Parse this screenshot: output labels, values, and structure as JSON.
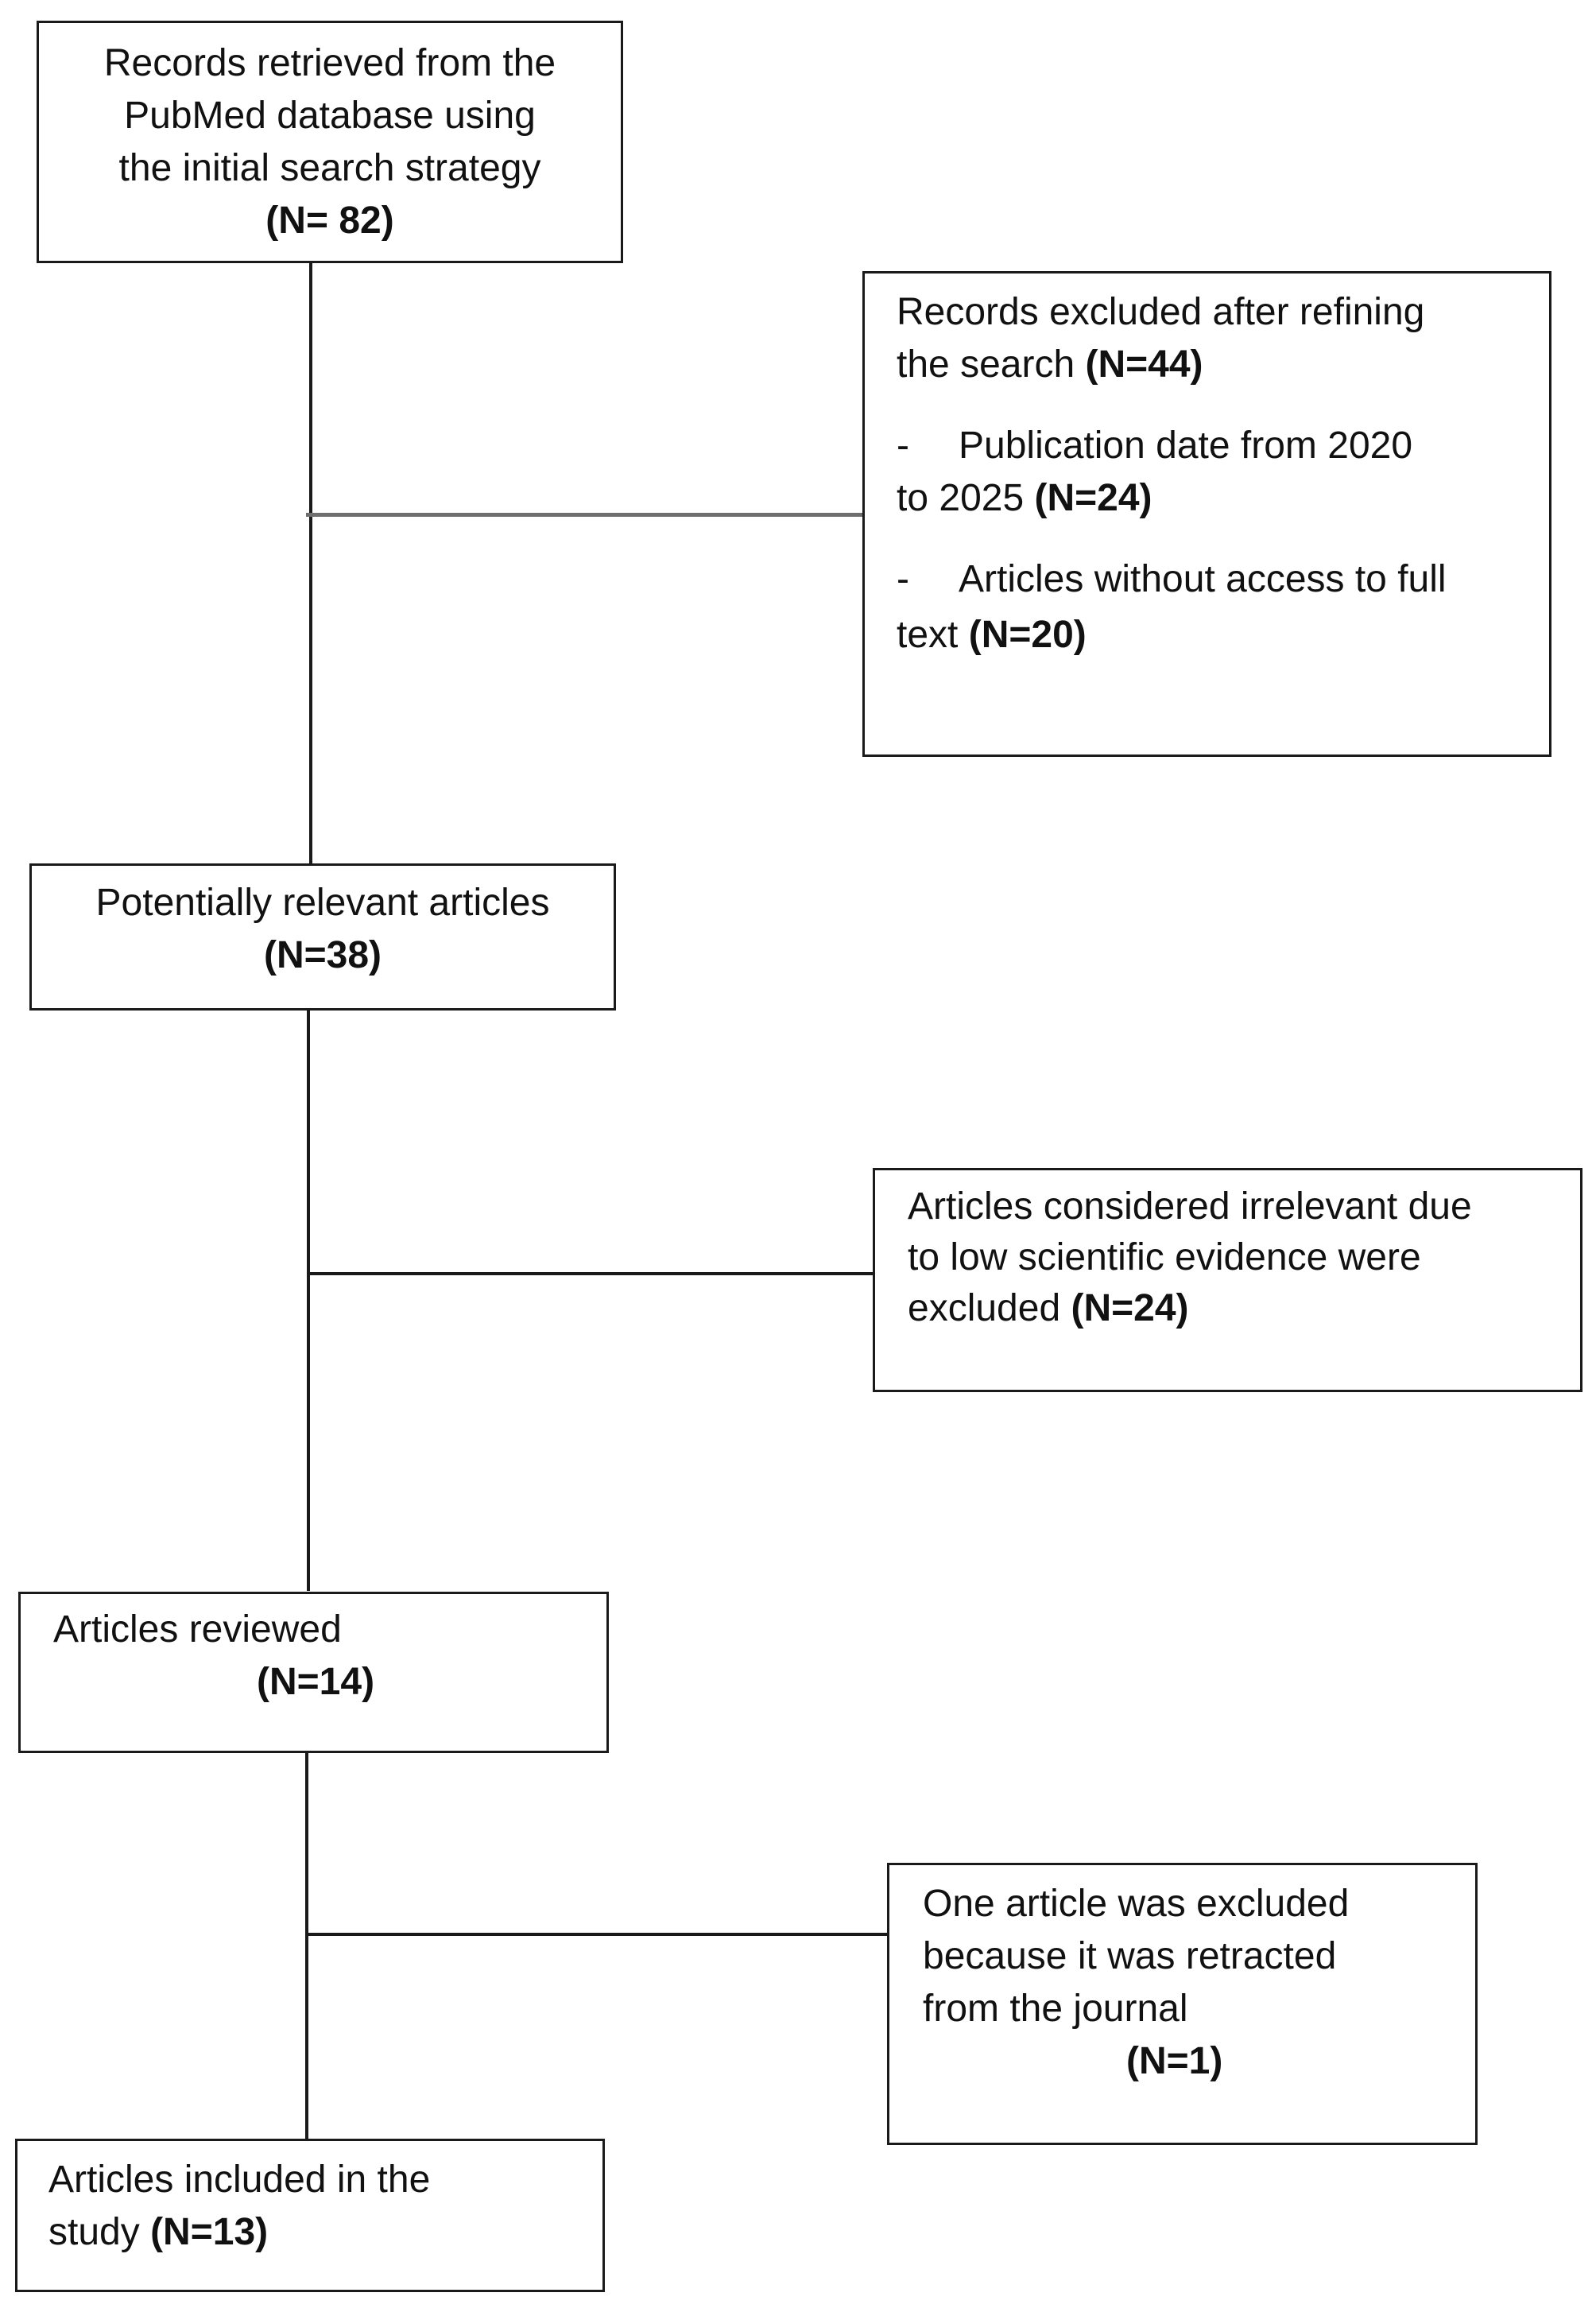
{
  "boxes": {
    "records_retrieved": {
      "lines": [
        "Records retrieved from the",
        "PubMed database using",
        "the initial search strategy"
      ],
      "count": "(N= 82)"
    },
    "excluded_refining": {
      "line1": "Records excluded after refining",
      "line2": "the search ",
      "count": "(N=44)",
      "item1_dash": "-",
      "item1_line1": "Publication date from 2020",
      "item1_line2": "to 2025 ",
      "item1_count": "(N=24)",
      "item2_dash": "-",
      "item2_line1": "Articles without access to full",
      "item2_line2": "text ",
      "item2_count": "(N=20)"
    },
    "potentially_relevant": {
      "label": "Potentially relevant articles",
      "count": "(N=38)"
    },
    "irrelevant": {
      "line1": "Articles considered irrelevant due",
      "line2": "to low scientific evidence were",
      "line3": "excluded ",
      "count": "(N=24)"
    },
    "reviewed": {
      "label": "Articles reviewed",
      "count": "(N=14)"
    },
    "retracted": {
      "line1": "One article was excluded",
      "line2": "because it was retracted",
      "line3": "from the journal",
      "count": "(N=1)"
    },
    "included": {
      "line1": "Articles included in the",
      "line2": "study ",
      "count": "(N=13)"
    }
  }
}
